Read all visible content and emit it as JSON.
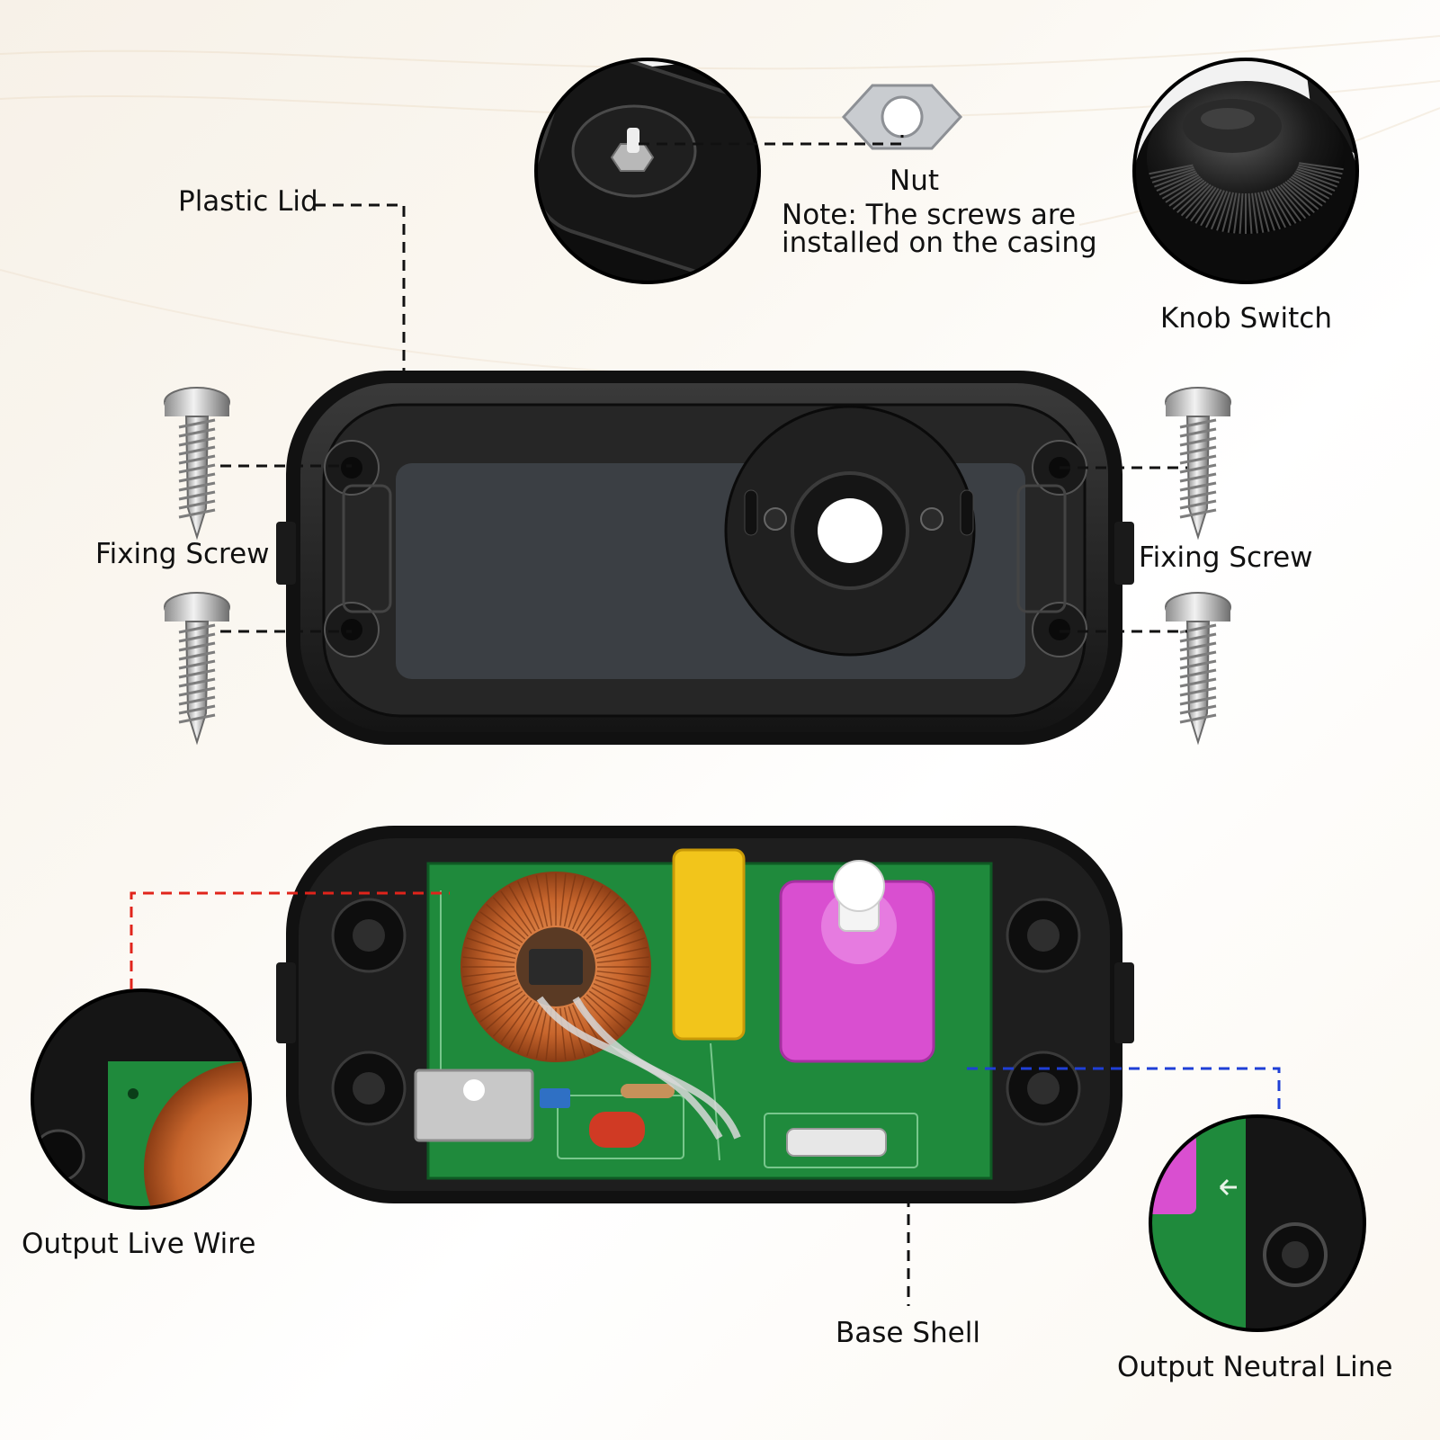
{
  "labels": {
    "plastic_lid": "Plastic Lid",
    "nut": "Nut",
    "note_line1": "Note: The screws are",
    "note_line2": "installed on the casing",
    "knob_switch": "Knob Switch",
    "fixing_screw_left": "Fixing Screw",
    "fixing_screw_right": "Fixing Screw",
    "output_live_wire": "Output Live Wire",
    "base_shell": "Base Shell",
    "output_neutral_line": "Output Neutral Line"
  },
  "colors": {
    "casing": "#1b1b1b",
    "pcb": "#1f8a3c",
    "live_wire_line": "#e0241b",
    "neutral_line": "#1f3fd6",
    "leader_line": "#111111",
    "knob": "#d94fd0",
    "capacitor": "#f2c51b"
  }
}
